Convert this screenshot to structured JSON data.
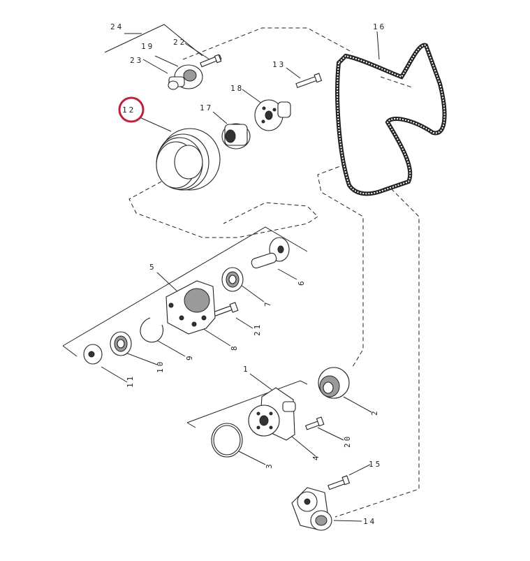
{
  "diagram": {
    "highlight_color": "#c0203a",
    "highlighted_callout": "12",
    "callouts": [
      {
        "id": "c1",
        "text": "1"
      },
      {
        "id": "c2",
        "text": "2"
      },
      {
        "id": "c3",
        "text": "3"
      },
      {
        "id": "c4",
        "text": "4"
      },
      {
        "id": "c5",
        "text": "5"
      },
      {
        "id": "c6",
        "text": "6"
      },
      {
        "id": "c7",
        "text": "7"
      },
      {
        "id": "c8",
        "text": "8"
      },
      {
        "id": "c9",
        "text": "9"
      },
      {
        "id": "c10",
        "text": "10"
      },
      {
        "id": "c11",
        "text": "11"
      },
      {
        "id": "c12",
        "text": "12"
      },
      {
        "id": "c13",
        "text": "13"
      },
      {
        "id": "c14",
        "text": "14"
      },
      {
        "id": "c15",
        "text": "15"
      },
      {
        "id": "c16",
        "text": "16"
      },
      {
        "id": "c17",
        "text": "17"
      },
      {
        "id": "c18",
        "text": "18"
      },
      {
        "id": "c19",
        "text": "19"
      },
      {
        "id": "c20",
        "text": "20"
      },
      {
        "id": "c21",
        "text": "21"
      },
      {
        "id": "c22",
        "text": "22"
      },
      {
        "id": "c23",
        "text": "23"
      },
      {
        "id": "c24",
        "text": "24"
      }
    ]
  }
}
